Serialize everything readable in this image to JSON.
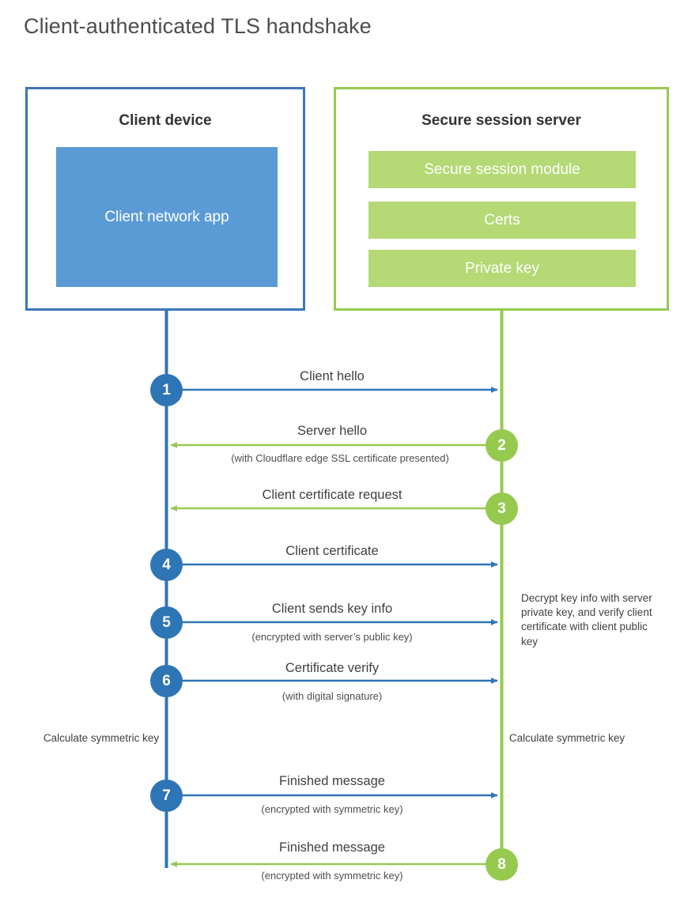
{
  "title": "Client-authenticated TLS handshake",
  "colors": {
    "client_line": "#2E75B6",
    "client_box_border": "#3A76B8",
    "client_app_fill": "#5B9BD5",
    "server_line": "#96CA4F",
    "server_box_border": "#96CA4F",
    "server_bar_fill": "#B4D975",
    "text": "#404040",
    "title_text": "#4d4d4d"
  },
  "client": {
    "title": "Client device",
    "app_label": "Client network app",
    "lane_note": "Calculate symmetric key"
  },
  "server": {
    "title": "Secure session server",
    "bars": [
      {
        "label": "Secure session module"
      },
      {
        "label": "Certs"
      },
      {
        "label": "Private key"
      }
    ],
    "lane_note": "Calculate symmetric key",
    "decrypt_note": "Decrypt key info with server private key, and verify client certificate with client public key"
  },
  "chart_data": {
    "type": "sequence-diagram",
    "title": "Client-authenticated TLS handshake",
    "actors": [
      {
        "id": "client",
        "name": "Client device",
        "color": "#2E75B6"
      },
      {
        "id": "server",
        "name": "Secure session server",
        "color": "#96CA4F"
      }
    ],
    "steps": [
      {
        "number": "1",
        "from": "client",
        "to": "server",
        "label": "Client hello",
        "sub": ""
      },
      {
        "number": "2",
        "from": "server",
        "to": "client",
        "label": "Server hello",
        "sub": "(with Cloudflare edge SSL certificate presented)"
      },
      {
        "number": "3",
        "from": "server",
        "to": "client",
        "label": "Client certificate request",
        "sub": ""
      },
      {
        "number": "4",
        "from": "client",
        "to": "server",
        "label": "Client certificate",
        "sub": ""
      },
      {
        "number": "5",
        "from": "client",
        "to": "server",
        "label": "Client sends key info",
        "sub": "(encrypted with server’s public key)"
      },
      {
        "number": "6",
        "from": "client",
        "to": "server",
        "label": "Certificate verify",
        "sub": "(with digital signature)"
      },
      {
        "number": "7",
        "from": "client",
        "to": "server",
        "label": "Finished message",
        "sub": "(encrypted with symmetric key)"
      },
      {
        "number": "8",
        "from": "server",
        "to": "client",
        "label": "Finished message",
        "sub": "(encrypted with symmetric key)"
      }
    ]
  },
  "steps": {
    "s1": {
      "num": "1",
      "label": "Client hello",
      "sub": ""
    },
    "s2": {
      "num": "2",
      "label": "Server hello",
      "sub": "(with Cloudflare edge SSL certificate presented)"
    },
    "s3": {
      "num": "3",
      "label": "Client certificate request",
      "sub": ""
    },
    "s4": {
      "num": "4",
      "label": "Client certificate",
      "sub": ""
    },
    "s5": {
      "num": "5",
      "label": "Client sends key info",
      "sub": "(encrypted with server’s public key)"
    },
    "s6": {
      "num": "6",
      "label": "Certificate verify",
      "sub": "(with digital signature)"
    },
    "s7": {
      "num": "7",
      "label": "Finished message",
      "sub": "(encrypted with symmetric key)"
    },
    "s8": {
      "num": "8",
      "label": "Finished message",
      "sub": "(encrypted with symmetric key)"
    }
  }
}
